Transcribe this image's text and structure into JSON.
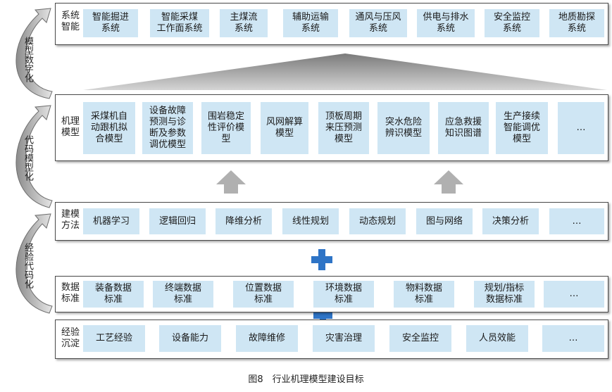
{
  "side_labels": [
    "模型数字化",
    "代码模型化",
    "经验代码化"
  ],
  "layers": {
    "system": {
      "label": "系统\n智能",
      "items": [
        "智能掘进\n系统",
        "智能采煤\n工作面系统",
        "主煤流\n系统",
        "辅助运输\n系统",
        "通风与压风\n系统",
        "供电与排水\n系统",
        "安全监控\n系统",
        "地质勘探\n系统"
      ]
    },
    "mechanism": {
      "label": "机理\n模型",
      "items": [
        "采煤机自\n动跟机拟\n合模型",
        "设备故障\n预测与诊\n断及参数\n调优模型",
        "围岩稳定\n性评价模\n型",
        "风网解算\n模型",
        "顶板周期\n来压预测\n模型",
        "突水危险\n辨识模型",
        "应急救援\n知识图谱",
        "生产接续\n智能调优\n模型",
        "…"
      ]
    },
    "method": {
      "label": "建模\n方法",
      "items": [
        "机器学习",
        "逻辑回归",
        "降维分析",
        "线性规划",
        "动态规划",
        "图与网络",
        "决策分析",
        "…"
      ]
    },
    "data": {
      "label": "数据\n标准",
      "items": [
        "装备数据\n标准",
        "终端数据\n标准",
        "位置数据\n标准",
        "环境数据\n标准",
        "物料数据\n标准",
        "规划/指标\n数据标准",
        "…"
      ]
    },
    "experience": {
      "label": "经验\n沉淀",
      "items": [
        "工艺经验",
        "设备能力",
        "故障维修",
        "灾害治理",
        "安全监控",
        "人员效能",
        "…"
      ]
    }
  },
  "caption": "图8　行业机理模型建设目标",
  "colors": {
    "box_fill": "#cfe6f4",
    "plus": "#2e74c6",
    "arrow": "#b0b0b0",
    "border": "#4a4a4a"
  }
}
